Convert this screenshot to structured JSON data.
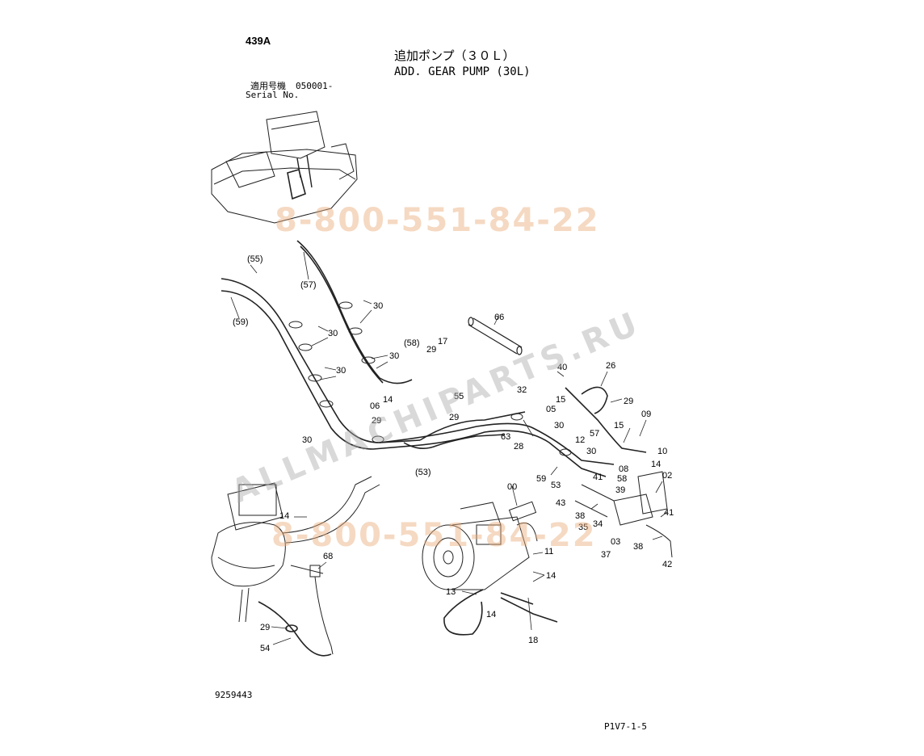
{
  "header": {
    "code": "439A",
    "title_jp": "追加ポンプ（３０Ｌ）",
    "title_en": "ADD. GEAR PUMP (30L)",
    "serial_jp": "適用号機",
    "serial_value": "050001-",
    "serial_en": "Serial No."
  },
  "footer": {
    "drawing_number": "9259443",
    "page_code": "P1V7-1-5"
  },
  "watermarks": {
    "phone": "8-800-551-84-22",
    "site": "ALLMACHIPARTS.RU"
  },
  "callouts": [
    {
      "id": "c55p",
      "label": "(55)"
    },
    {
      "id": "c59p",
      "label": "(59)"
    },
    {
      "id": "c57p",
      "label": "(57)"
    },
    {
      "id": "c30a",
      "label": "30"
    },
    {
      "id": "c30b",
      "label": "30"
    },
    {
      "id": "c30c",
      "label": "30"
    },
    {
      "id": "c30d",
      "label": "30"
    },
    {
      "id": "c30e",
      "label": "30"
    },
    {
      "id": "c30f",
      "label": "30"
    },
    {
      "id": "c30g",
      "label": "30"
    },
    {
      "id": "c66",
      "label": "66"
    },
    {
      "id": "c58p",
      "label": "(58)"
    },
    {
      "id": "c29a",
      "label": "29"
    },
    {
      "id": "c17",
      "label": "17"
    },
    {
      "id": "c55",
      "label": "55"
    },
    {
      "id": "c32",
      "label": "32"
    },
    {
      "id": "c14a",
      "label": "14"
    },
    {
      "id": "c06",
      "label": "06"
    },
    {
      "id": "c29b",
      "label": "29"
    },
    {
      "id": "c29c",
      "label": "29"
    },
    {
      "id": "c63",
      "label": "63"
    },
    {
      "id": "c28",
      "label": "28"
    },
    {
      "id": "c53p",
      "label": "(53)"
    },
    {
      "id": "c40",
      "label": "40"
    },
    {
      "id": "c26",
      "label": "26"
    },
    {
      "id": "c15a",
      "label": "15"
    },
    {
      "id": "c05",
      "label": "05"
    },
    {
      "id": "c29d",
      "label": "29"
    },
    {
      "id": "c12",
      "label": "12"
    },
    {
      "id": "c15b",
      "label": "15"
    },
    {
      "id": "c09",
      "label": "09"
    },
    {
      "id": "c57",
      "label": "57"
    },
    {
      "id": "c10",
      "label": "10"
    },
    {
      "id": "c14b",
      "label": "14"
    },
    {
      "id": "c59",
      "label": "59"
    },
    {
      "id": "c53",
      "label": "53"
    },
    {
      "id": "c41a",
      "label": "41"
    },
    {
      "id": "c08",
      "label": "08"
    },
    {
      "id": "c58",
      "label": "58"
    },
    {
      "id": "c39",
      "label": "39"
    },
    {
      "id": "c02",
      "label": "02"
    },
    {
      "id": "c43",
      "label": "43"
    },
    {
      "id": "c00",
      "label": "00"
    },
    {
      "id": "c38a",
      "label": "38"
    },
    {
      "id": "c34",
      "label": "34"
    },
    {
      "id": "c41b",
      "label": "41"
    },
    {
      "id": "c35",
      "label": "35"
    },
    {
      "id": "c03",
      "label": "03"
    },
    {
      "id": "c38b",
      "label": "38"
    },
    {
      "id": "c37",
      "label": "37"
    },
    {
      "id": "c42",
      "label": "42"
    },
    {
      "id": "c14c",
      "label": "14"
    },
    {
      "id": "c68",
      "label": "68"
    },
    {
      "id": "c11",
      "label": "11"
    },
    {
      "id": "c14d",
      "label": "14"
    },
    {
      "id": "c13",
      "label": "13"
    },
    {
      "id": "c14e",
      "label": "14"
    },
    {
      "id": "c18",
      "label": "18"
    },
    {
      "id": "c29e",
      "label": "29"
    },
    {
      "id": "c54",
      "label": "54"
    }
  ]
}
